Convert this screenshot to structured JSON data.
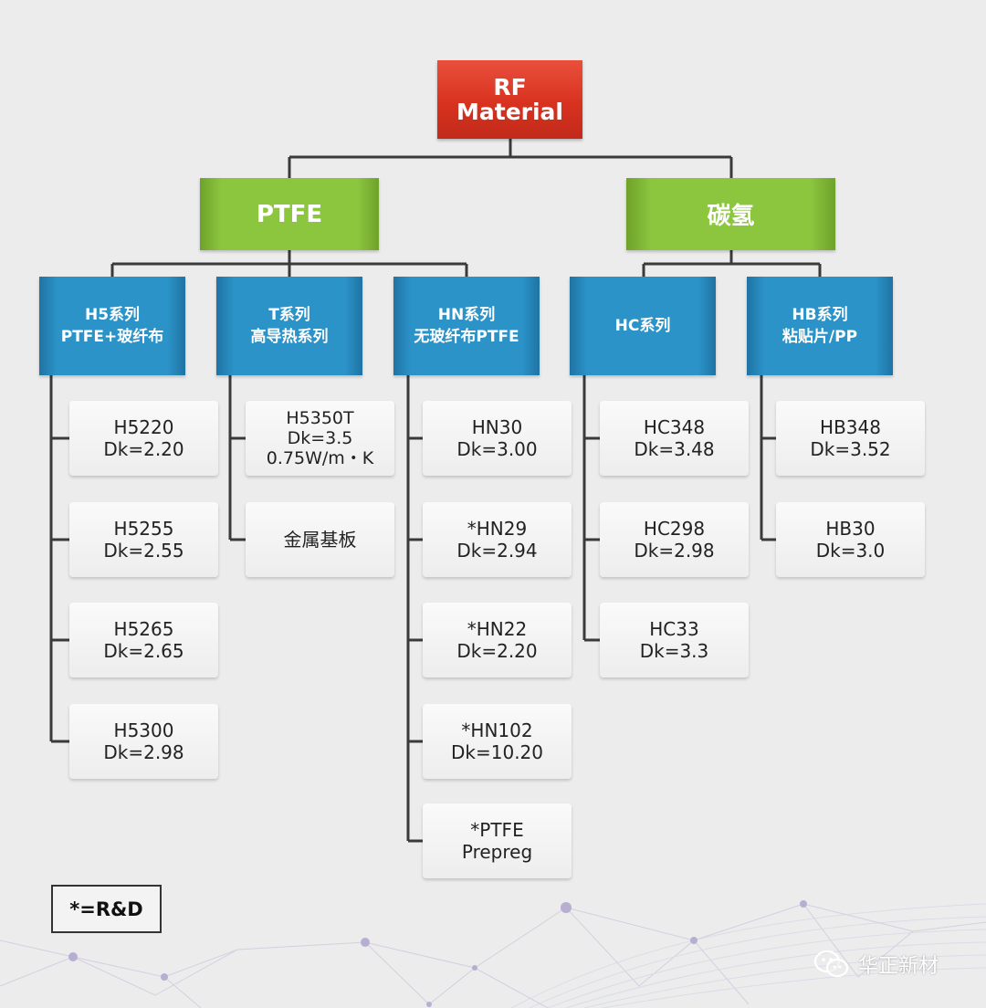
{
  "root": {
    "line1": "RF",
    "line2": "Material"
  },
  "categories": {
    "ptfe": "PTFE",
    "hydrocarbon": "碳氢"
  },
  "series": {
    "h5": {
      "line1": "H5系列",
      "line2": "PTFE+玻纤布"
    },
    "t": {
      "line1": "T系列",
      "line2": "高导热系列"
    },
    "hn": {
      "line1": "HN系列",
      "line2": "无玻纤布PTFE"
    },
    "hc": {
      "line1": "HC系列"
    },
    "hb": {
      "line1": "HB系列",
      "line2": "粘贴片/PP"
    }
  },
  "products": {
    "h5": [
      {
        "name": "H5220",
        "dk": "Dk=2.20"
      },
      {
        "name": "H5255",
        "dk": "Dk=2.55"
      },
      {
        "name": "H5265",
        "dk": "Dk=2.65"
      },
      {
        "name": "H5300",
        "dk": "Dk=2.98"
      }
    ],
    "t": [
      {
        "name": "H5350T",
        "dk": "Dk=3.5",
        "extra": "0.75W/m・K"
      },
      {
        "name": "金属基板"
      }
    ],
    "hn": [
      {
        "name": "HN30",
        "dk": "Dk=3.00"
      },
      {
        "name": "*HN29",
        "dk": "Dk=2.94"
      },
      {
        "name": "*HN22",
        "dk": "Dk=2.20"
      },
      {
        "name": "*HN102",
        "dk": "Dk=10.20"
      },
      {
        "name": "*PTFE",
        "dk": "Prepreg"
      }
    ],
    "hc": [
      {
        "name": "HC348",
        "dk": "Dk=3.48"
      },
      {
        "name": "HC298",
        "dk": "Dk=2.98"
      },
      {
        "name": "HC33",
        "dk": "Dk=3.3"
      }
    ],
    "hb": [
      {
        "name": "HB348",
        "dk": "Dk=3.52"
      },
      {
        "name": "HB30",
        "dk": "Dk=3.0"
      }
    ]
  },
  "legend": "*=R&D",
  "brand": {
    "name": "华正新材",
    "icon": "wechat-icon"
  },
  "colors": {
    "root": "#d8321f",
    "category": "#8cc63f",
    "series": "#2b93c8",
    "background": "#ececec"
  }
}
